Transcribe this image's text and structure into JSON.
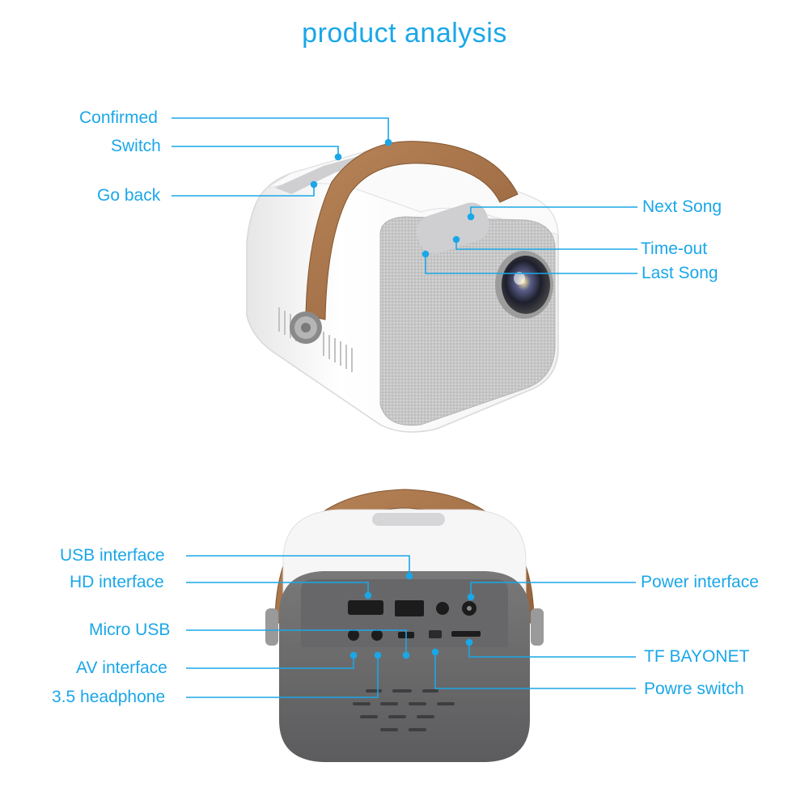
{
  "title": "product analysis",
  "colors": {
    "accent": "#1aa7e8",
    "strap": "#a8744c",
    "fabric": "#c9c9c9",
    "body": "#f4f4f4",
    "panel": "#6e6e70"
  },
  "top_view": {
    "labels": {
      "confirmed": "Confirmed",
      "switch": "Switch",
      "go_back": "Go back",
      "next_song": "Next Song",
      "time_out": "Time-out",
      "last_song": "Last Song"
    }
  },
  "back_view": {
    "labels": {
      "usb_interface": "USB interface",
      "hd_interface": "HD interface",
      "micro_usb": "Micro USB",
      "av_interface": "AV interface",
      "headphone": "3.5 headphone",
      "power_interface": "Power interface",
      "tf_bayonet": "TF BAYONET",
      "power_switch": "Powre switch"
    }
  }
}
